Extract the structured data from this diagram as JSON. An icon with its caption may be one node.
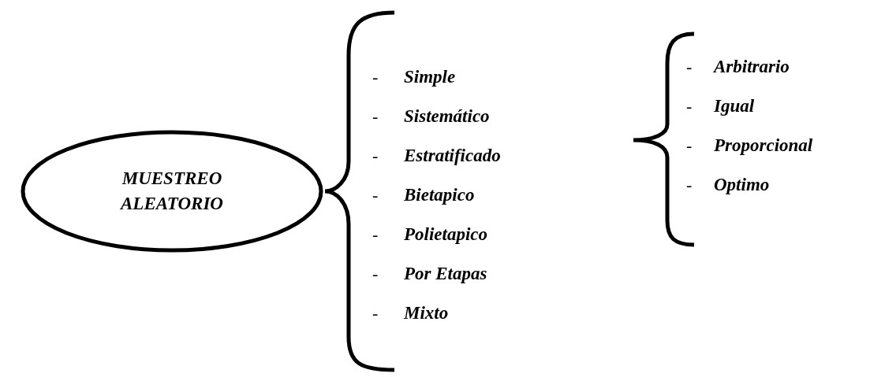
{
  "diagram": {
    "nodes": [
      {
        "text": [
          "MUESTREO ALEATORIO"
        ]
      }
    ],
    "labels": [
      "-",
      "Simple",
      "-",
      "Sistemático",
      "-",
      "Estratificado",
      "-",
      "Bietapico",
      "-",
      "Polietapico",
      "-",
      "Por Etapas",
      "-",
      "Mixto",
      "-",
      "Arbitrario",
      "-",
      "Igual",
      "-",
      "Proporcional",
      "-",
      "Optimo"
    ]
  }
}
